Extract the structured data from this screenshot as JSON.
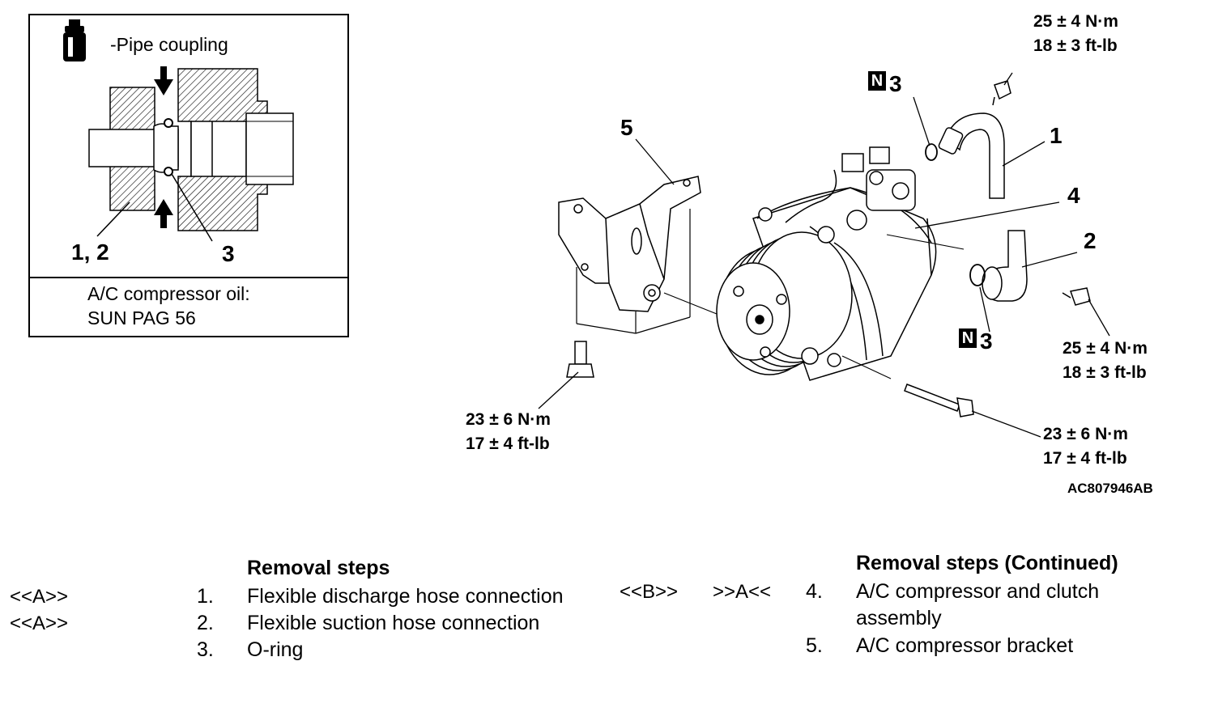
{
  "inset": {
    "title": "-Pipe coupling",
    "label_parts": "1, 2",
    "label_oring": "3",
    "oil_label": "A/C compressor oil:",
    "oil_spec": "SUN PAG 56"
  },
  "callouts": {
    "n_badge": "N",
    "oring_top": "3",
    "oring_bottom": "3",
    "part_1": "1",
    "part_2": "2",
    "part_4": "4",
    "part_5": "5"
  },
  "torques": {
    "top_right_nm": "25 ± 4 N·m",
    "top_right_ftlb": "18 ± 3 ft-lb",
    "mid_right_nm": "25 ± 4 N·m",
    "mid_right_ftlb": "18 ± 3 ft-lb",
    "bracket_bolt_nm": "23 ± 6 N·m",
    "bracket_bolt_ftlb": "17 ± 4 ft-lb",
    "long_bolt_nm": "23 ± 6 N·m",
    "long_bolt_ftlb": "17 ± 4 ft-lb"
  },
  "figure_id": "AC807946AB",
  "removal_left": {
    "heading": "Removal steps",
    "steps": [
      {
        "code": "<<A>>",
        "num": "1.",
        "text": "Flexible discharge hose connection"
      },
      {
        "code": "<<A>>",
        "num": "2.",
        "text": "Flexible suction hose connection"
      },
      {
        "code": "",
        "num": "3.",
        "text": "O-ring"
      }
    ]
  },
  "removal_right": {
    "heading": "Removal steps (Continued)",
    "steps": [
      {
        "code_removal": "<<B>>",
        "code_install": ">>A<<",
        "num": "4.",
        "text": "A/C compressor and clutch",
        "text2": "assembly"
      },
      {
        "num": "5.",
        "text": "A/C compressor bracket"
      }
    ]
  },
  "icons": {
    "oil_bottle": "oil-bottle-icon",
    "arrow_down": "arrow-down-icon",
    "arrow_up": "arrow-up-icon"
  }
}
